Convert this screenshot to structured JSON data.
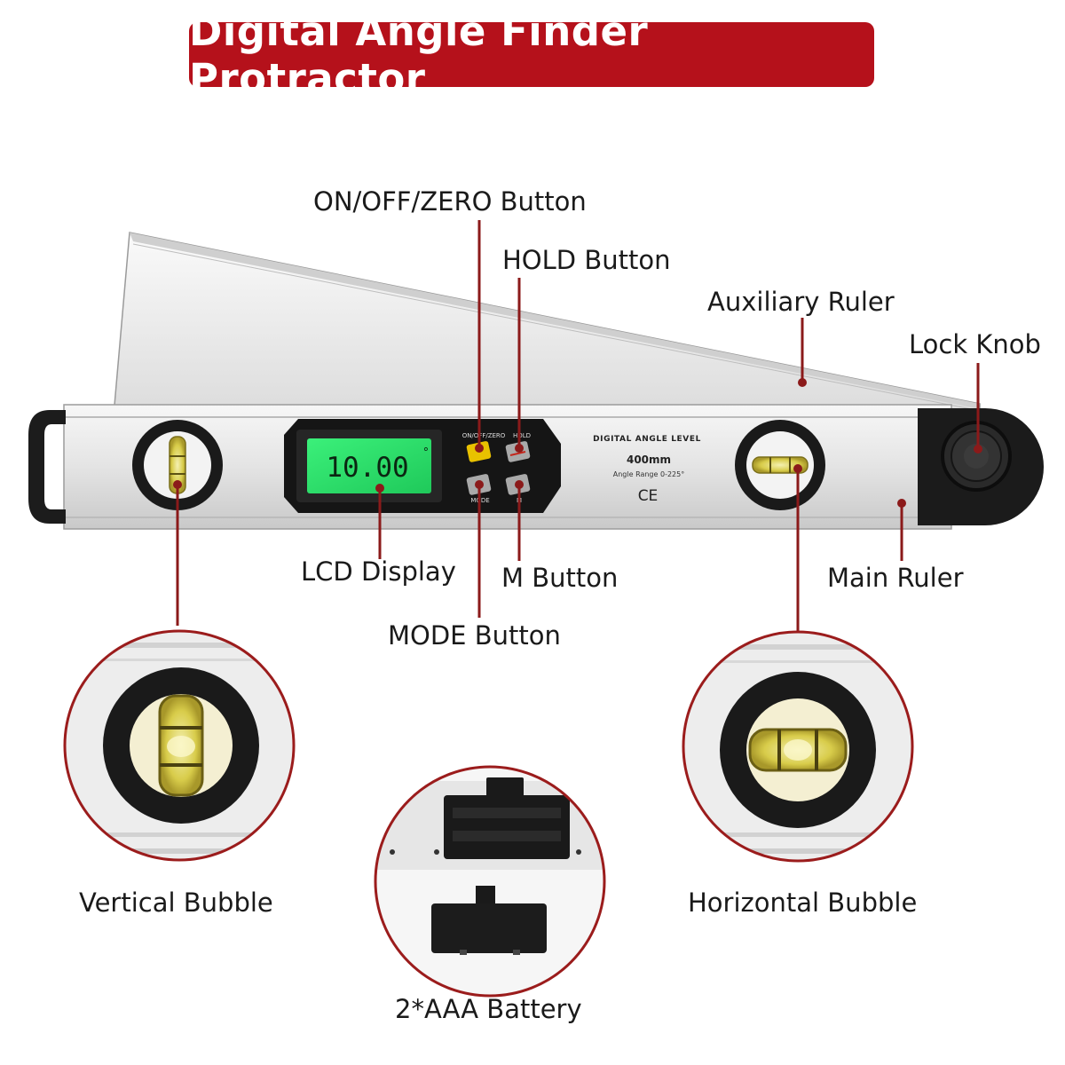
{
  "title": "Digital Angle Finder Protractor",
  "accent_color": "#b5111b",
  "device": {
    "lcd_reading": "10.00",
    "lcd_degree": "°",
    "panel_heading": "DIGITAL ANGLE LEVEL",
    "size": "400mm",
    "angle_range": "Angle Range 0-225°",
    "mark": "CE",
    "button_labels": {
      "on_off_zero": "ON/OFF/ZERO",
      "hold": "HOLD",
      "mode": "MODE",
      "m": "M"
    }
  },
  "callouts": {
    "on_off_zero": "ON/OFF/ZERO Button",
    "hold": "HOLD Button",
    "auxiliary_ruler": "Auxiliary Ruler",
    "lock_knob": "Lock Knob",
    "lcd_display": "LCD Display",
    "m_button": "M Button",
    "main_ruler": "Main Ruler",
    "mode_button": "MODE Button",
    "vertical_bubble": "Vertical Bubble",
    "horizontal_bubble": "Horizontal Bubble",
    "battery": "2*AAA Battery"
  }
}
